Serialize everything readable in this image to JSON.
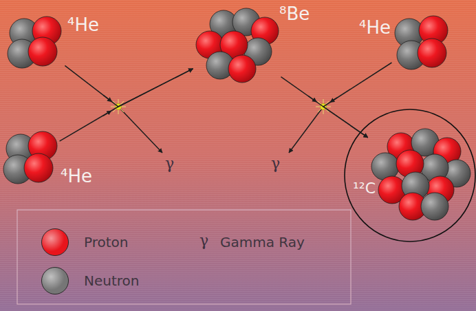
{
  "diagram": {
    "nodes": [
      {
        "text": [
          "⁴He"
        ]
      },
      {
        "text": [
          "⁴He"
        ]
      },
      {
        "text": [
          "⁸Be"
        ]
      },
      {
        "text": [
          "⁴He"
        ]
      },
      {
        "text": [
          "¹²C"
        ]
      }
    ],
    "edges": [
      {
        "from": 0,
        "to": 2,
        "arrow": "to"
      },
      {
        "from": 1,
        "to": 2,
        "arrow": "to"
      },
      {
        "from": 2,
        "to": 4,
        "arrow": "to"
      },
      {
        "from": 3,
        "to": 4,
        "arrow": "to"
      }
    ],
    "labels": [
      "γ",
      "γ",
      "γ"
    ],
    "legend": [
      {
        "text": "Proton",
        "color": "#e8141c"
      },
      {
        "text": "Neutron",
        "color": "#767676"
      },
      {
        "text": "Gamma Ray"
      }
    ]
  }
}
